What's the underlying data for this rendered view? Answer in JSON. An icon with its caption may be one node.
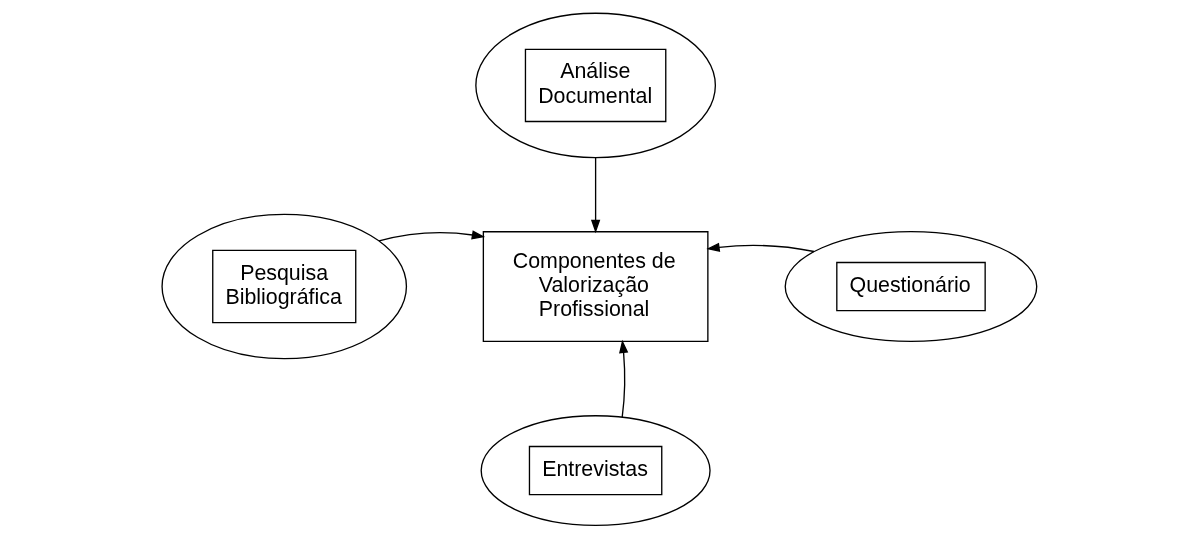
{
  "diagram": {
    "nodes": [
      {
        "text": [
          "Análise Documental"
        ]
      },
      {
        "text": [
          "Pesquisa Bibliográfica"
        ]
      },
      {
        "text": [
          "Componentes de Valorização Profissional"
        ]
      },
      {
        "text": [
          "Questionário"
        ]
      },
      {
        "text": [
          "Entrevistas"
        ]
      }
    ],
    "edges": [
      {
        "from": 0,
        "to": 2,
        "arrow": "to"
      },
      {
        "from": 1,
        "to": 2,
        "arrow": "to"
      },
      {
        "from": 3,
        "to": 2,
        "arrow": "to"
      },
      {
        "from": 4,
        "to": 2,
        "arrow": "to"
      }
    ]
  }
}
